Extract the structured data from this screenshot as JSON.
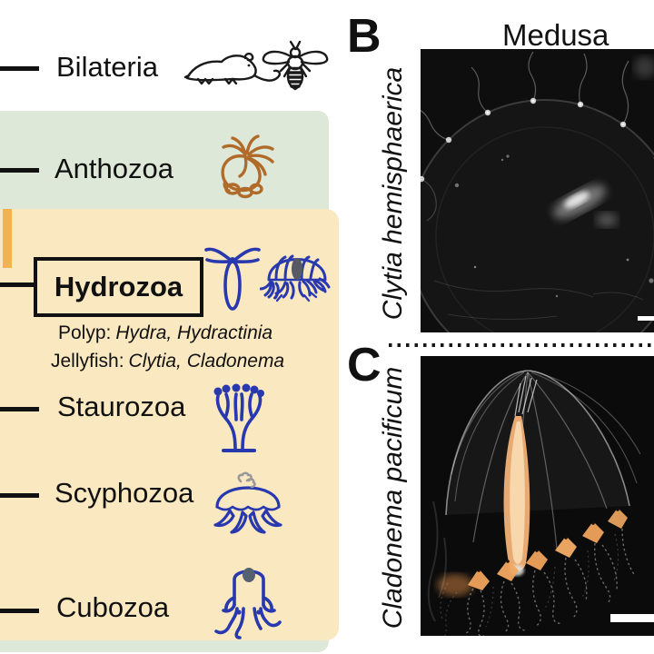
{
  "figure": {
    "type": "scientific-figure",
    "panel_b_label": "B",
    "panel_c_label": "C"
  },
  "phylogeny": {
    "taxa": [
      {
        "label": "Bilateria"
      },
      {
        "label": "Anthozoa"
      },
      {
        "label": "Hydrozoa",
        "boxed": true
      },
      {
        "label": "Staurozoa"
      },
      {
        "label": "Scyphozoa"
      },
      {
        "label": "Cubozoa"
      }
    ],
    "hydrozoa_notes": [
      {
        "prefix": "Polyp:",
        "genera": "Hydra, Hydractinia"
      },
      {
        "prefix": "Jellyfish:",
        "genera": "Clytia, Cladonema"
      }
    ],
    "icons": [
      "mouse-icon",
      "bee-icon",
      "coral-icon",
      "hydra-polyp-icon",
      "hydromedusa-icon",
      "staurozoa-icon",
      "scyphozoa-icon",
      "cubozoa-icon"
    ],
    "colors": {
      "cnidaria_green": "#dee8d9",
      "medusozoa_cream": "#fae8c0",
      "highlight_orange": "#f2b254",
      "icon_blue": "#2838ae",
      "coral_brown": "#b06a2a",
      "branch_black": "#111111"
    }
  },
  "panels": [
    {
      "id": "B",
      "title": "Medusa",
      "species": "Clytia hemisphaerica",
      "scale_bar": true
    },
    {
      "id": "C",
      "species": "Cladonema pacificum",
      "scale_bar": true
    }
  ]
}
